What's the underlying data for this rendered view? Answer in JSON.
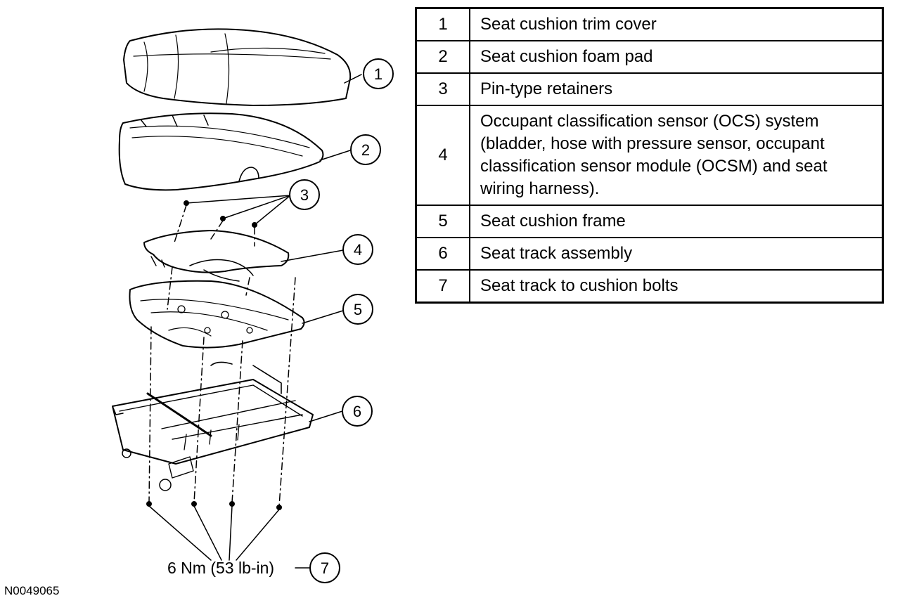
{
  "legend": [
    {
      "number": "1",
      "description": "Seat cushion trim cover"
    },
    {
      "number": "2",
      "description": "Seat cushion foam pad"
    },
    {
      "number": "3",
      "description": "Pin-type retainers"
    },
    {
      "number": "4",
      "description": "Occupant classification sensor (OCS) system (bladder, hose with pressure sensor, occupant classification sensor module (OCSM) and seat wiring harness)."
    },
    {
      "number": "5",
      "description": "Seat cushion frame"
    },
    {
      "number": "6",
      "description": "Seat track assembly"
    },
    {
      "number": "7",
      "description": "Seat track to cushion bolts"
    }
  ],
  "callouts": [
    "1",
    "2",
    "3",
    "4",
    "5",
    "6",
    "7"
  ],
  "torque_spec": "6 Nm (53 lb-in)",
  "figure_id": "N0049065"
}
